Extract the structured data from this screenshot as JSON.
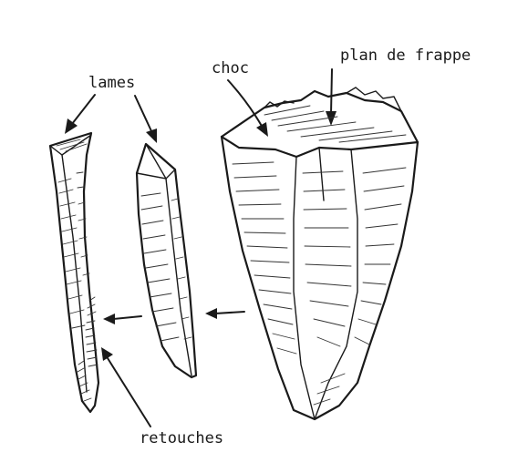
{
  "labels": {
    "choc": "choc",
    "plan_de_frappe": "plan de frappe",
    "lames": "lames",
    "retouches": "retouches"
  },
  "colors": {
    "ink": "#1a1a1a",
    "paper": "#ffffff"
  }
}
